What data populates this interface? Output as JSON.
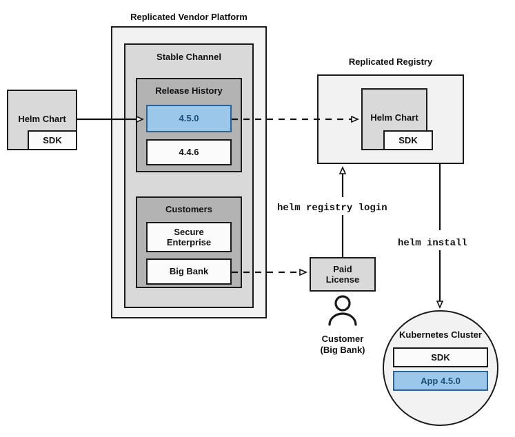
{
  "diagram": {
    "title": "Replicated Vendor Platform Helm distribution flow",
    "colors": {
      "accent_blue_fill": "#9ac7ea",
      "accent_blue_border": "#2a6496",
      "accent_blue_text": "#1c4f77",
      "stroke": "#1a1a1a",
      "fill_light": "#f2f2f2",
      "fill_mid": "#d9d9d9",
      "fill_dark": "#b3b3b3",
      "fill_white": "#fbfbfb"
    }
  },
  "source": {
    "helm_chart_label": "Helm Chart",
    "sdk_label": "SDK"
  },
  "vendor_platform": {
    "title": "Replicated Vendor Platform",
    "stable_channel": {
      "title": "Stable Channel",
      "release_history": {
        "title": "Release History",
        "releases": [
          {
            "version": "4.5.0",
            "highlighted": true
          },
          {
            "version": "4.4.6",
            "highlighted": false
          }
        ]
      },
      "customers": {
        "title": "Customers",
        "entries": [
          {
            "name": "Secure\nEnterprise",
            "line1": "Secure",
            "line2": "Enterprise"
          },
          {
            "name": "Big Bank",
            "line1": "Big Bank",
            "line2": ""
          }
        ]
      }
    }
  },
  "registry": {
    "title": "Replicated Registry",
    "helm_chart_label": "Helm Chart",
    "sdk_label": "SDK"
  },
  "license": {
    "line1": "Paid",
    "line2": "License"
  },
  "customer_actor": {
    "line1": "Customer",
    "line2": "(Big Bank)",
    "icon": "person-icon"
  },
  "commands": {
    "registry_login": "helm registry login",
    "install": "helm install"
  },
  "cluster": {
    "title": "Kubernetes Cluster",
    "components": [
      {
        "label": "SDK",
        "highlighted": false
      },
      {
        "label": "App 4.5.0",
        "highlighted": true
      }
    ]
  }
}
